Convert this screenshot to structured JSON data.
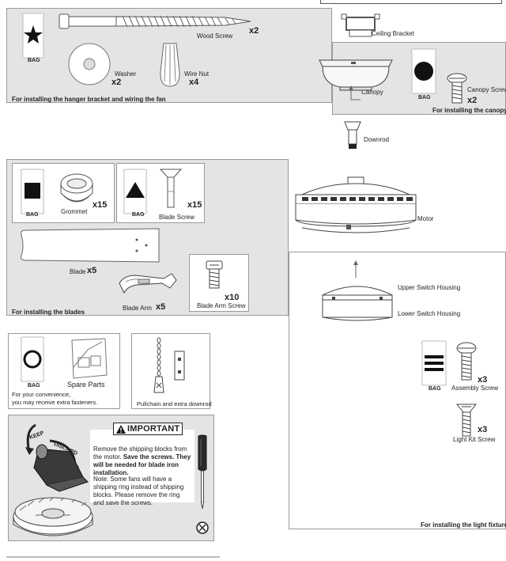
{
  "panel1": {
    "bag_label": "BAG",
    "wood_screw_label": "Wood Screw",
    "wood_screw_qty": "x2",
    "washer_label": "Washer",
    "washer_qty": "x2",
    "wire_nut_label": "Wire Nut",
    "wire_nut_qty": "x4",
    "caption": "For installing the hanger bracket and wiring the fan"
  },
  "ceiling_bracket_label": "Ceiling Bracket",
  "canopy_panel": {
    "canopy_label": "Canopy",
    "bag_label": "BAG",
    "canopy_screw_label": "Canopy Screw",
    "canopy_screw_qty": "x2",
    "caption": "For installing the canopy"
  },
  "downrod_label": "Downrod",
  "blades_panel": {
    "bag1_label": "BAG",
    "grommet_label": "Grommet",
    "grommet_qty": "x15",
    "bag2_label": "BAG",
    "blade_screw_label": "Blade Screw",
    "blade_screw_qty": "x15",
    "blade_label": "Blade",
    "blade_qty": "x5",
    "blade_arm_label": "Blade Arm",
    "blade_arm_qty": "x5",
    "blade_arm_screw_label": "Blade Arm Screw",
    "blade_arm_screw_qty": "x10",
    "caption": "For installing the blades"
  },
  "motor_label": "Motor",
  "light_panel": {
    "upper_switch_label": "Upper Switch Housing",
    "lower_switch_label": "Lower Switch Housing",
    "bag_label": "BAG",
    "assembly_screw_label": "Assembly Screw",
    "assembly_screw_qty": "x3",
    "light_kit_screw_label": "Light Kit Screw",
    "light_kit_screw_qty": "x3",
    "caption": "For installing the light fixture"
  },
  "spare_panel": {
    "bag_label": "BAG",
    "spare_label": "Spare Parts",
    "note_line1": "For your convenience,",
    "note_line2": "you may receive extra fasteners."
  },
  "pullchain_label": "Pullchain and extra downrod",
  "important": {
    "title": "IMPORTANT",
    "keep_label": "KEEP",
    "discard_label": "DISCARD",
    "p1_a": "Remove the shipping blocks from the motor.",
    "p1_b": "Save the screws. They will be needed for blade iron installation.",
    "p2": "Note: Some fans will have a shipping ring instead of shipping blocks. Please remove the ring and save the screws."
  }
}
